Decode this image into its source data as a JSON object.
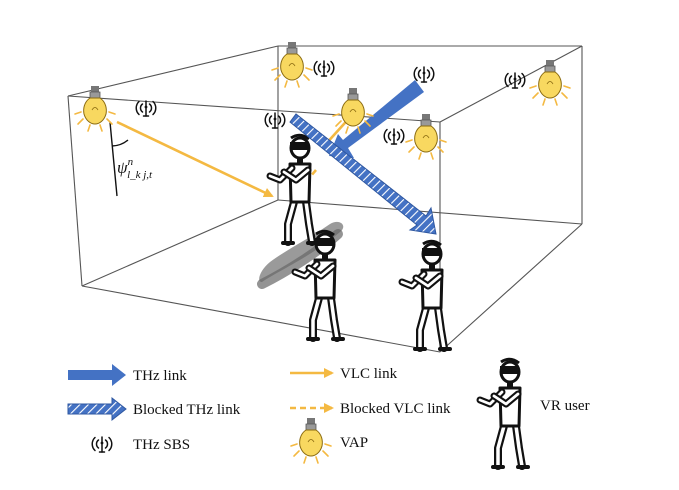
{
  "angle_label": {
    "symbol": "ψ",
    "superscript": "n",
    "subscript": "l_k j,t"
  },
  "legend": {
    "thz_link": "THz link",
    "blocked_thz_link": "Blocked THz link",
    "thz_sbs": "THz SBS",
    "vlc_link": "VLC link",
    "blocked_vlc_link": "Blocked VLC link",
    "vap": "VAP",
    "vr_user": "VR user"
  },
  "colors": {
    "thz": "#4472c4",
    "vlc": "#f4b942",
    "bulb": "#f8d860",
    "edge": "#555555"
  },
  "icons": {
    "sbs": "antenna-signal-icon",
    "vap": "light-bulb-icon",
    "user": "vr-user-icon"
  }
}
